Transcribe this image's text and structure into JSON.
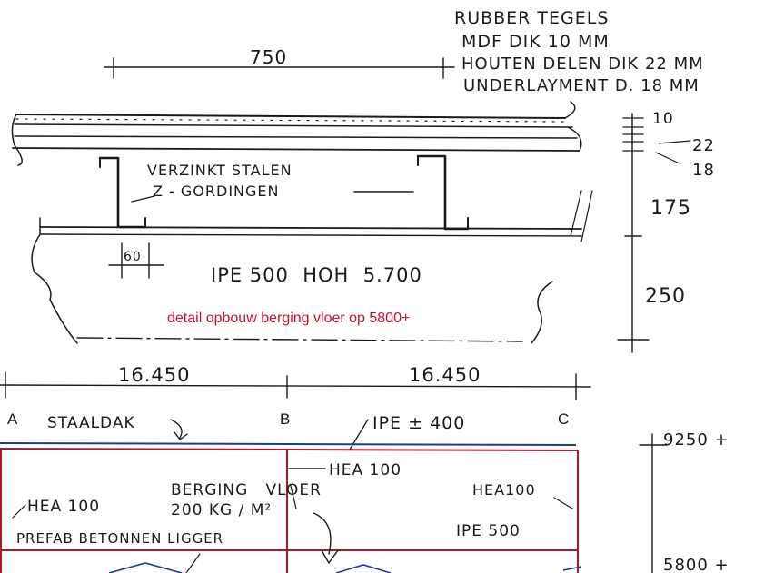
{
  "colors": {
    "ink": "#1a1a1a",
    "note_red": "#c8102e",
    "frame_red": "#a51d2d",
    "roof_blue": "#1f3a93"
  },
  "top_detail": {
    "layer_notes": [
      "RUBBER TEGELS",
      "MDF DIK 10 MM",
      "HOUTEN DELEN DIK 22 MM",
      "UNDERLAYMENT D. 18 MM"
    ],
    "span_dim": "750",
    "purlin_label_1": "VERZINKT STALEN",
    "purlin_label_2": "Z - GORDINGEN",
    "flange_dim": "60",
    "beam_label": "IPE 500  HOH  5.700",
    "red_note": "detail opbouw berging vloer op 5800+",
    "layer_dims": [
      "10",
      "22",
      "18"
    ],
    "height_175": "175",
    "height_250": "250"
  },
  "section": {
    "span_left": "16.450",
    "span_right": "16.450",
    "grid_a": "A",
    "grid_b": "B",
    "grid_c": "C",
    "roof_label": "STAALDAK",
    "ridge_beam": "IPE ± 400",
    "level_top": "9250 +",
    "level_floor": "5800 +",
    "hea_center": "HEA 100",
    "storage_1": "BERGING   VLOER",
    "storage_2": "200 KG / M²",
    "hea_left": "HEA 100",
    "hea_right": "HEA100",
    "precast": "PREFAB BETONNEN LIGGER",
    "ipe_right": "IPE 500"
  }
}
